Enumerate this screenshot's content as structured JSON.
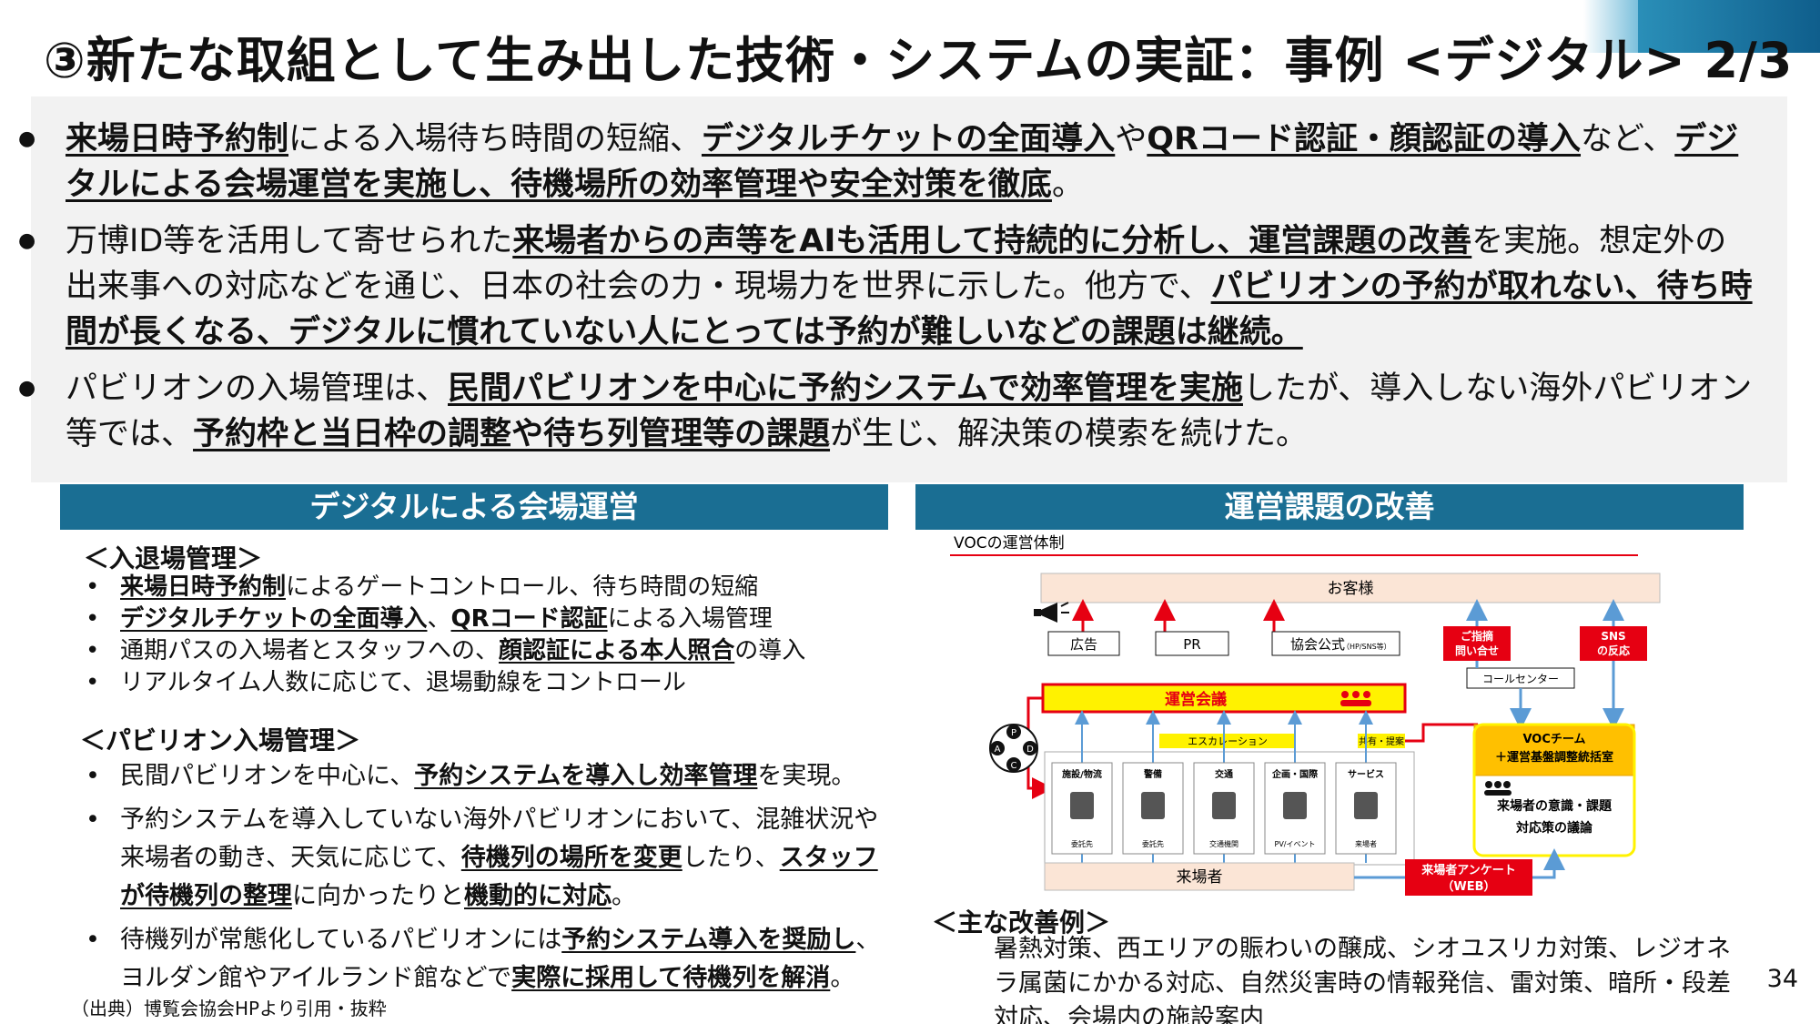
{
  "title": "③新たな取組として生み出した技術・システムの実証：事例 <デジタル> 2/3",
  "summary": {
    "bullet1": [
      {
        "t": "来場日時予約制",
        "u": true
      },
      {
        "t": "による入場待ち時間の短縮、",
        "u": false
      },
      {
        "t": "デジタルチケットの全面導入",
        "u": true
      },
      {
        "t": "や",
        "u": false
      },
      {
        "t": "QRコード認証・顔認証の導入",
        "u": true
      },
      {
        "t": "など、",
        "u": false
      },
      {
        "t": "デジタルによる会場運営を実施し、待機場所の効率管理や安全対策を徹底",
        "u": true
      },
      {
        "t": "。",
        "u": false
      }
    ],
    "bullet2": [
      {
        "t": "万博ID等を活用して寄せられた",
        "u": false
      },
      {
        "t": "来場者からの声等をAIも活用して持続的に分析し、運営課題の改善",
        "u": true
      },
      {
        "t": "を実施。想定外の出来事への対応などを通じ、日本の社会の力・現場力を世界に示した。他方で、",
        "u": false
      },
      {
        "t": "パビリオンの予約が取れない、待ち時間が長くなる、デジタルに慣れていない人にとっては予約が難しいなどの課題は継続。",
        "u": true
      }
    ],
    "bullet3": [
      {
        "t": "パビリオンの入場管理は、",
        "u": false
      },
      {
        "t": "民間パビリオンを中心に予約システムで効率管理を実施",
        "u": true
      },
      {
        "t": "したが、導入しない海外パビリオン等では、",
        "u": false
      },
      {
        "t": "予約枠と当日枠の調整や待ち列管理等の課題",
        "u": true
      },
      {
        "t": "が生じ、解決策の模索を続けた。",
        "u": false
      }
    ]
  },
  "left": {
    "header": "デジタルによる会場運営",
    "entry_heading": "＜入退場管理＞",
    "entry_items": [
      [
        {
          "t": "来場日時予約制",
          "u": true
        },
        {
          "t": "によるゲートコントロール、待ち時間の短縮",
          "u": false
        }
      ],
      [
        {
          "t": "デジタルチケットの全面導入",
          "u": true
        },
        {
          "t": "、",
          "u": false
        },
        {
          "t": "QRコード認証",
          "u": true
        },
        {
          "t": "による入場管理",
          "u": false
        }
      ],
      [
        {
          "t": "通期パスの入場者とスタッフへの、",
          "u": false
        },
        {
          "t": "顔認証による本人照合",
          "u": true
        },
        {
          "t": "の導入",
          "u": false
        }
      ],
      [
        {
          "t": "リアルタイム人数に応じて、退場動線をコントロール",
          "u": false
        }
      ]
    ],
    "pavilion_heading": "＜パビリオン入場管理＞",
    "pavilion_items": [
      [
        {
          "t": "民間パビリオンを中心に、",
          "u": false
        },
        {
          "t": "予約システムを導入し効率管理",
          "u": true
        },
        {
          "t": "を実現。",
          "u": false
        }
      ],
      [
        {
          "t": "予約システムを導入していない海外パビリオンにおいて、混雑状況や来場者の動き、天気に応じて、",
          "u": false
        },
        {
          "t": "待機列の場所を変更",
          "u": true
        },
        {
          "t": "したり、",
          "u": false
        },
        {
          "t": "スタッフが待機列の整理",
          "u": true
        },
        {
          "t": "に向かったりと",
          "u": false
        },
        {
          "t": "機動的に対応",
          "u": true
        },
        {
          "t": "。",
          "u": false
        }
      ],
      [
        {
          "t": "待機列が常態化しているパビリオンには",
          "u": false
        },
        {
          "t": "予約システム導入を奨励し",
          "u": true
        },
        {
          "t": "、ヨルダン館やアイルランド館などで",
          "u": false
        },
        {
          "t": "実際に採用して待機列を解消",
          "u": true
        },
        {
          "t": "。",
          "u": false
        }
      ]
    ],
    "source": "（出典）博覧会協会HPより引用・抜粋"
  },
  "right": {
    "header": "運営課題の改善",
    "diagram": {
      "title": "VOCの運営体制",
      "customer": "お客様",
      "ad": "広告",
      "pr": "PR",
      "official": "協会公式",
      "official_sub": "（HP/SNS等）",
      "feedback": "ご指摘\n問い合せ",
      "sns": "SNS\nの反応",
      "call_center": "コールセンター",
      "meeting": "運営会議",
      "escalation": "エスカレーション",
      "share": "共有・提案",
      "depts": [
        {
          "name": "施設/物流",
          "sub": "委託先"
        },
        {
          "name": "警備",
          "sub": "委託先"
        },
        {
          "name": "交通",
          "sub": "交通機関"
        },
        {
          "name": "企画・国際",
          "sub": "PV/イベント"
        },
        {
          "name": "サービス",
          "sub": "来場者"
        }
      ],
      "voc_team": "VOCチーム\n＋運営基盤調整統括室",
      "voc_task": "来場者の意識・課題\n対応策の議論",
      "visitors": "来場者",
      "survey": "来場者アンケート\n（WEB）",
      "pdca": [
        "P",
        "D",
        "C",
        "A"
      ],
      "colors": {
        "red": "#e60012",
        "yellow": "#fff200",
        "orange": "#ffc000",
        "blue": "#5b9bd5",
        "peach": "#fbe5d6"
      }
    },
    "improve_heading": "＜主な改善例＞",
    "improve_text": "暑熱対策、西エリアの賑わいの醸成、シオユスリカ対策、レジオネラ属菌にかかる対応、自然災害時の情報発信、雷対策、暗所・段差対応、会場内の施設案内"
  },
  "page_number": "34"
}
